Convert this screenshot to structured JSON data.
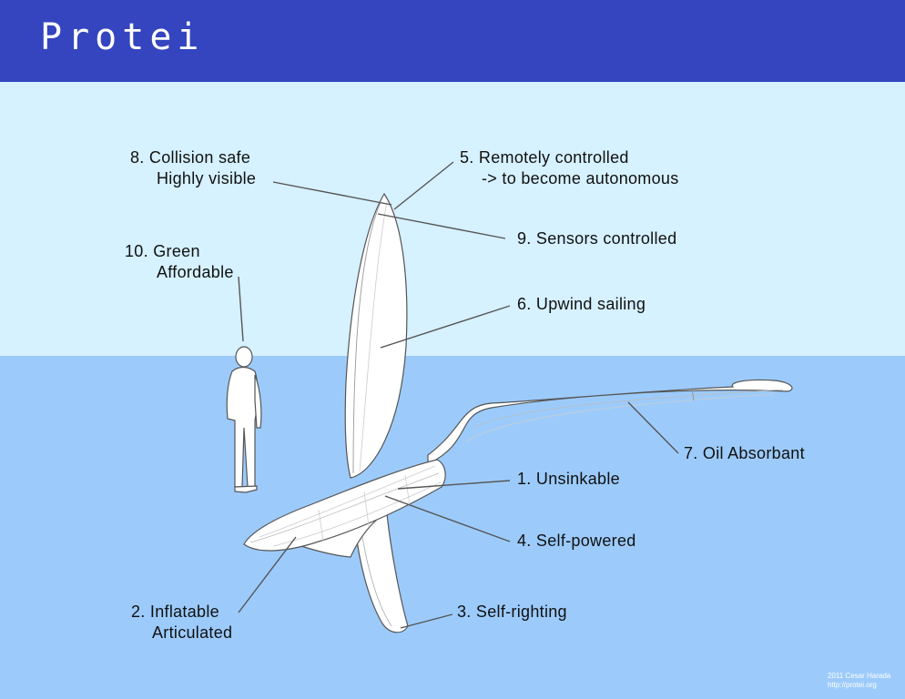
{
  "header": {
    "title": "Protei",
    "color": "#3445bf"
  },
  "colors": {
    "sky": "#d6f1ff",
    "water": "#9ccbfb",
    "hull": "#ffffff",
    "outline": "#555555"
  },
  "labels": {
    "unsinkable": "1. Unsinkable",
    "inflatable": {
      "line1": "2. Inflatable",
      "line2": "Articulated"
    },
    "self_righting": "3. Self-righting",
    "self_powered": "4. Self-powered",
    "remotely_controlled": {
      "line1": "5. Remotely controlled",
      "line2": "-> to become autonomous"
    },
    "upwind_sailing": "6. Upwind sailing",
    "oil_absorbant": "7. Oil Absorbant",
    "collision_safe": {
      "line1": "8. Collision safe",
      "line2": "Highly visible"
    },
    "sensors_controlled": "9. Sensors controlled",
    "green": {
      "line1": "10. Green",
      "line2": "Affordable"
    }
  },
  "credit": {
    "line1": "2011 Cesar Harada",
    "line2": "http://protei.org"
  }
}
